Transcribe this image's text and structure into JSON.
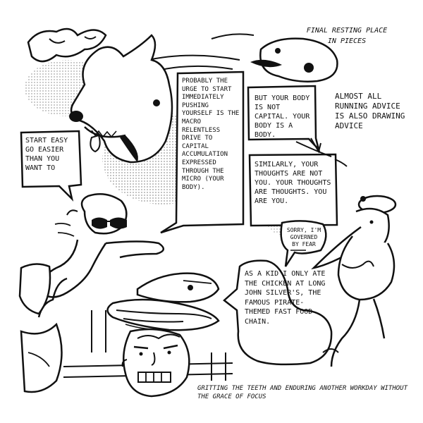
{
  "captions": {
    "top": "Final resting place in pieces",
    "right": "Almost all running advice is also drawing advice",
    "bottom": "Gritting the teeth and enduring another workday without the grace of focus"
  },
  "bubbles": {
    "start_easy": "Start easy go easier than you want to",
    "probably": "Probably the urge to start immediately pushing yourself is the macro relentless drive to capital accumulation expressed through the micro (your body).",
    "but_your_body": "But your body is not capital. Your body is a body.",
    "similarly": "Similarly, your thoughts are not you. Your thoughts are thoughts. You are you.",
    "sorry": "Sorry, I'm governed by fear",
    "as_a_kid": "As a kid I only ate the chicken at Long John Silver's, the famous pirate-themed fast food chain."
  }
}
